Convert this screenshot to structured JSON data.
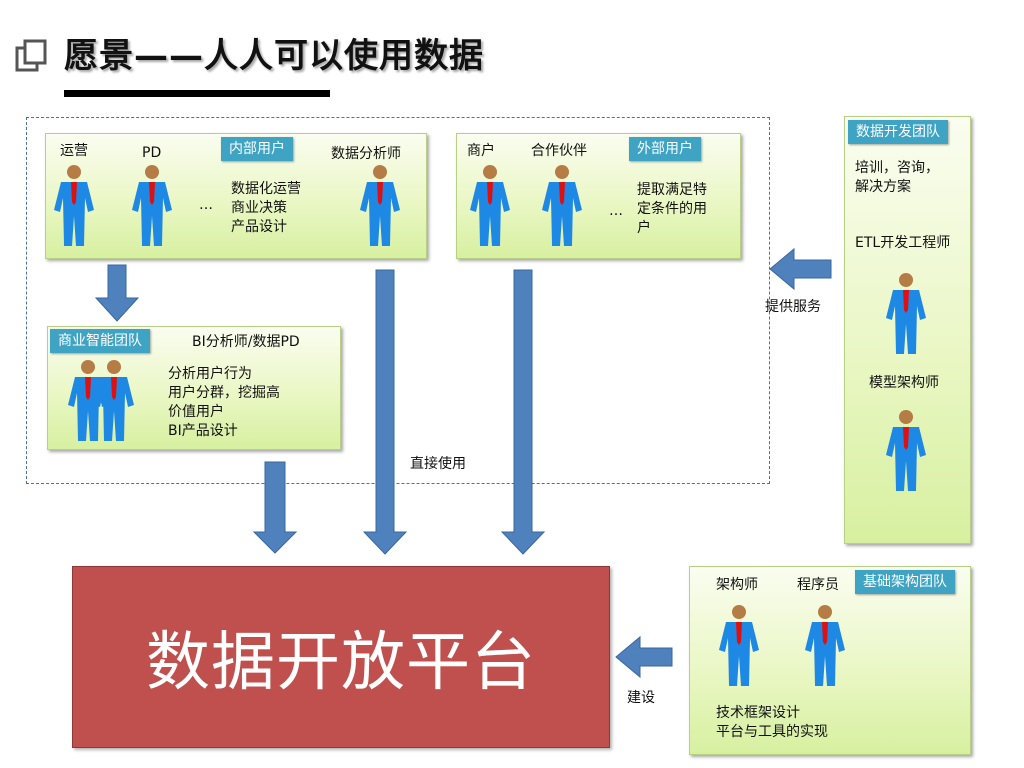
{
  "title": "愿景——人人可以使用数据",
  "internal": {
    "tag": "内部用户",
    "roles": [
      "运营",
      "PD",
      "数据分析师"
    ],
    "ellipsis": "…",
    "desc": "数据化运营\n商业决策\n产品设计"
  },
  "external": {
    "tag": "外部用户",
    "roles": [
      "商户",
      "合作伙伴"
    ],
    "ellipsis": "…",
    "desc": "提取满足特\n定条件的用\n户"
  },
  "bi": {
    "tag": "商业智能团队",
    "role": "BI分析师/数据PD",
    "desc": "分析用户行为\n用户分群，挖掘高\n价值用户\nBI产品设计"
  },
  "devteam": {
    "tag": "数据开发团队",
    "desc": "培训，咨询，\n解决方案",
    "roles": [
      "ETL开发工程师",
      "模型架构师"
    ]
  },
  "infra": {
    "tag": "基础架构团队",
    "roles": [
      "架构师",
      "程序员"
    ],
    "desc": "技术框架设计\n平台与工具的实现"
  },
  "labels": {
    "provide_service": "提供服务",
    "direct_use": "直接使用",
    "build": "建设"
  },
  "platform": "数据开放平台",
  "colors": {
    "arrow": "#4f81bd",
    "platform": "#c0504d",
    "tag": "#3fa3c4",
    "suit": "#1e88e5",
    "tie": "#e01010",
    "head": "#b57c45"
  }
}
